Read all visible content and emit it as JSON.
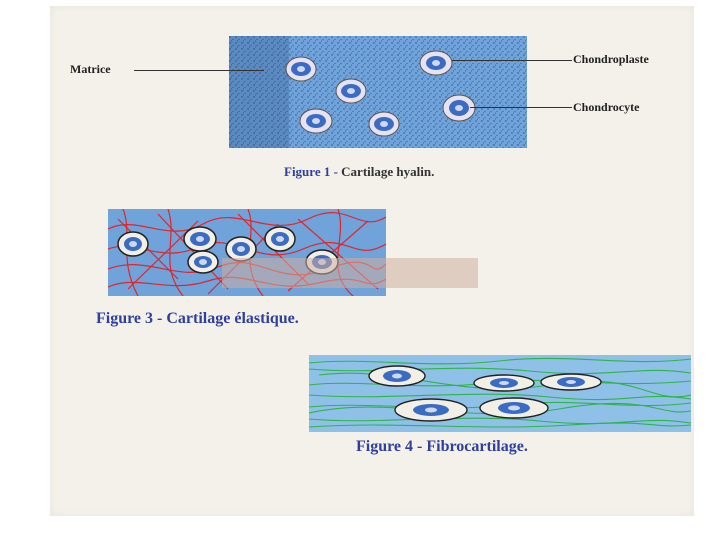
{
  "figure1": {
    "label_matrix": "Matrice",
    "label_chondroplast": "Chondroplaste",
    "label_chondrocyte": "Chondrocyte",
    "caption_number": "Figure 1 -",
    "caption_text": "Cartilage hyalin."
  },
  "figure3": {
    "caption_number": "Figure 3 -",
    "caption_text": "Cartilage élastique."
  },
  "figure4": {
    "caption_number": "Figure 4 -",
    "caption_text": "Fibrocartilage."
  },
  "colors": {
    "matrix_blue": "#6fa3da",
    "cell_blue": "#3b6cc4",
    "elastic_fibers": "#e0252b",
    "collagen_fibers": "#2fb34a",
    "caption_blue": "#2f3f9e"
  }
}
